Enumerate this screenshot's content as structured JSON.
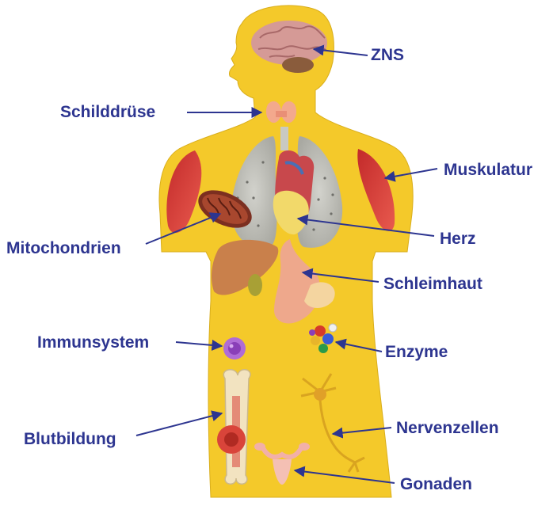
{
  "labels": {
    "zns": "ZNS",
    "schilddruese": "Schilddrüse",
    "muskulatur": "Muskulatur",
    "mitochondrien": "Mitochondrien",
    "herz": "Herz",
    "schleimhaut": "Schleimhaut",
    "immunsystem": "Immunsystem",
    "enzyme": "Enzyme",
    "blutbildung": "Blutbildung",
    "nervenzellen": "Nervenzellen",
    "gonaden": "Gonaden"
  },
  "colors": {
    "body": "#f4c92a",
    "label": "#2d3590",
    "arrow": "#2d3590",
    "muscle": "#d8383a",
    "lung": "#b9b9b4",
    "liver": "#c9804b",
    "brain": "#d59a96"
  }
}
